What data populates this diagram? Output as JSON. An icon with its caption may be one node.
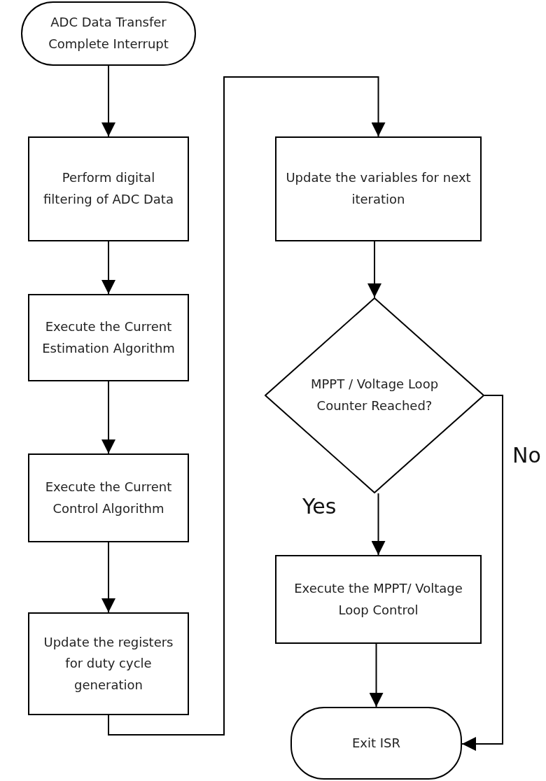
{
  "diagram": {
    "nodes": [
      {
        "text": [
          "ADC Data Transfer Complete Interrupt"
        ]
      },
      {
        "text": [
          "Perform digital filtering of ADC Data"
        ]
      },
      {
        "text": [
          "Execute the Current Estimation Algorithm"
        ]
      },
      {
        "text": [
          "Execute the Current Control Algorithm"
        ]
      },
      {
        "text": [
          "Update the registers for duty cycle generation"
        ]
      },
      {
        "text": [
          "Update the variables for next iteration"
        ]
      },
      {
        "text": [
          "MPPT / Voltage Loop Counter Reached?"
        ]
      },
      {
        "text": [
          "Execute the MPPT/ Voltage Loop Control"
        ]
      },
      {
        "text": [
          "Exit ISR"
        ]
      }
    ],
    "edges": [
      {
        "from": 0,
        "to": 1,
        "arrow": "to"
      },
      {
        "from": 1,
        "to": 2,
        "arrow": "to"
      },
      {
        "from": 2,
        "to": 3,
        "arrow": "to"
      },
      {
        "from": 3,
        "to": 4,
        "arrow": "to"
      },
      {
        "from": 4,
        "to": 5,
        "arrow": "to"
      },
      {
        "from": 5,
        "to": 6,
        "arrow": "to"
      },
      {
        "from": 6,
        "to": 7,
        "arrow": "to",
        "label": "Yes"
      },
      {
        "from": 7,
        "to": 8,
        "arrow": "to"
      },
      {
        "from": 6,
        "to": 8,
        "arrow": "to",
        "label": "No"
      }
    ]
  }
}
